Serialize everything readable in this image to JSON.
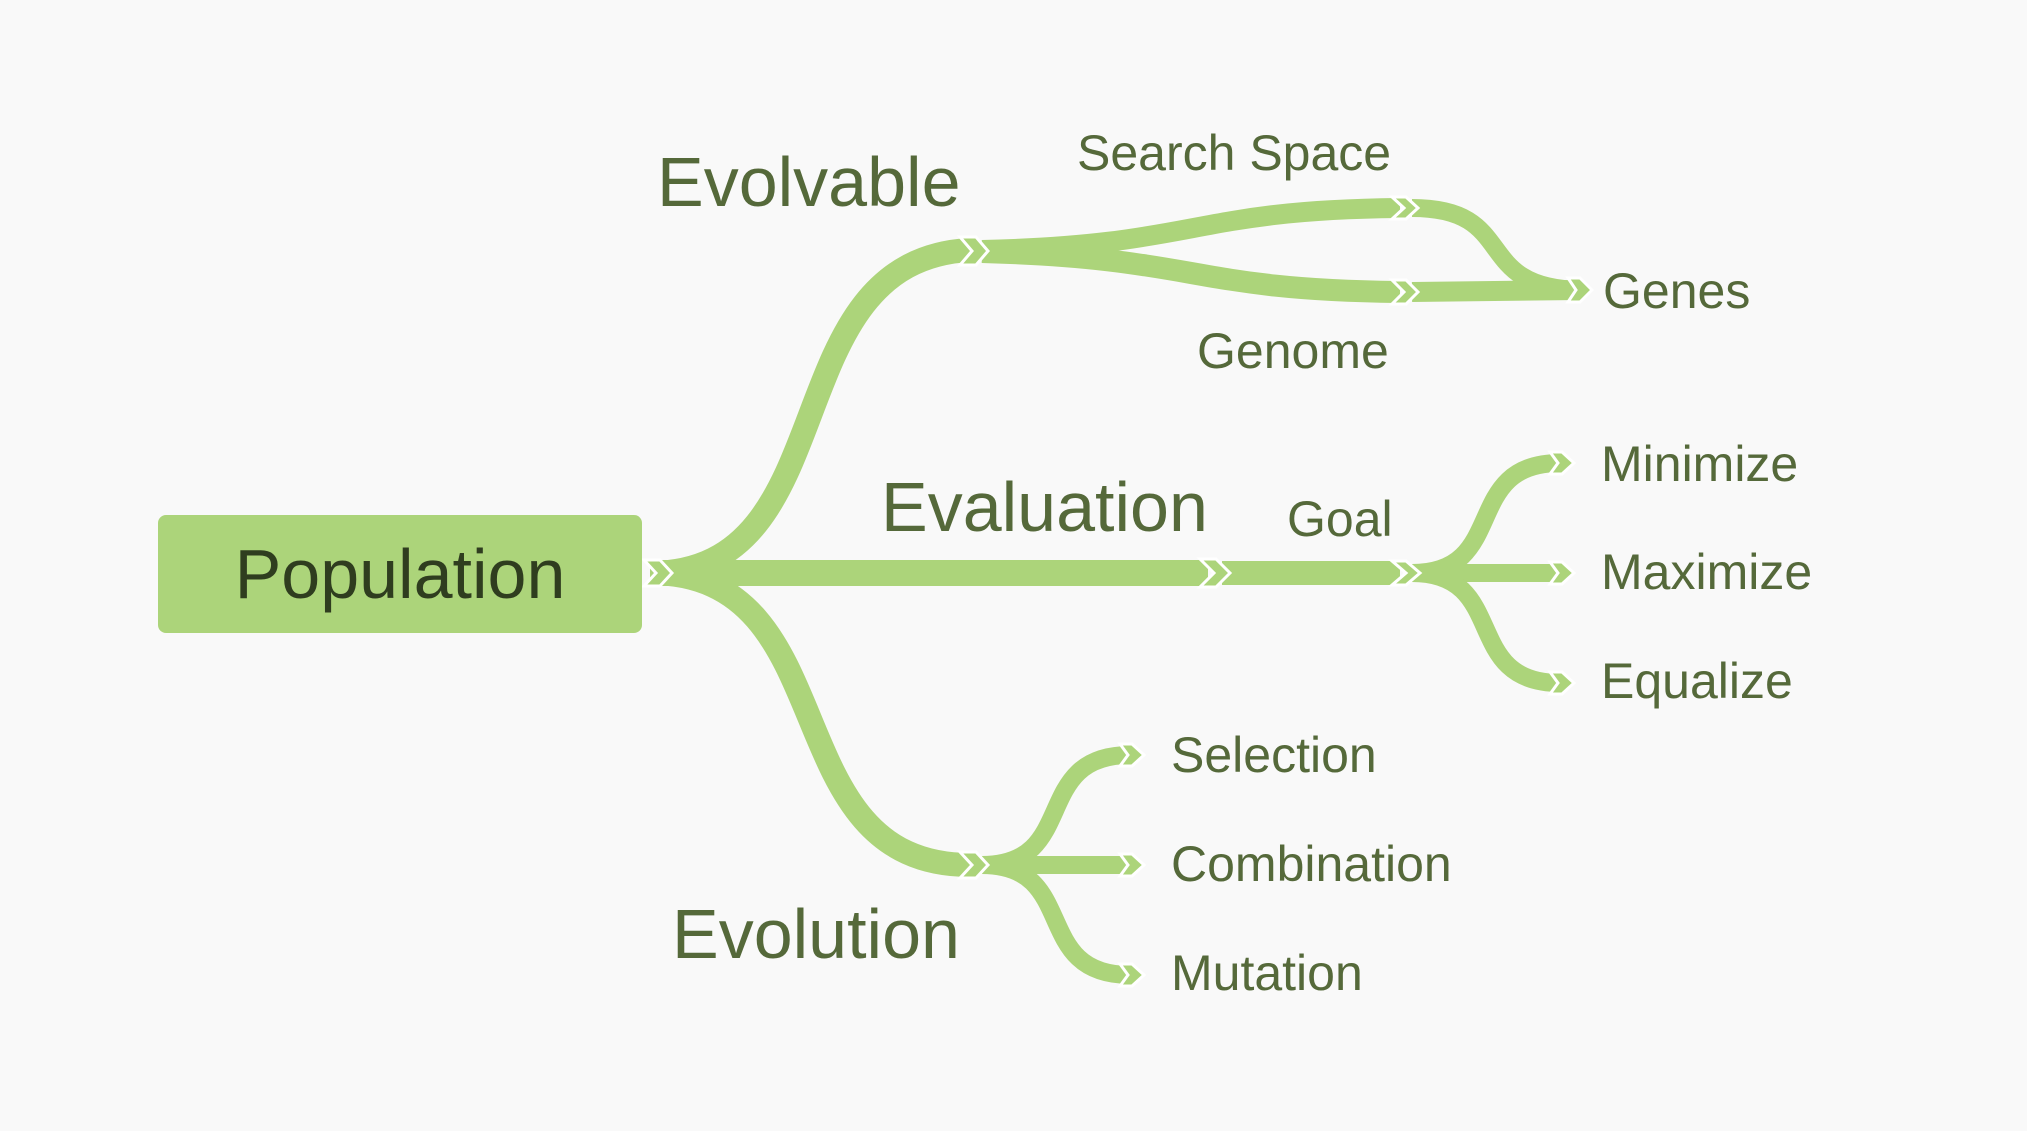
{
  "root": {
    "label": "Population"
  },
  "branches": {
    "evolvable": {
      "label": "Evolvable",
      "search_space": {
        "label": "Search Space"
      },
      "genome": {
        "label": "Genome"
      },
      "genes": {
        "label": "Genes"
      }
    },
    "evaluation": {
      "label": "Evaluation",
      "goal": {
        "label": "Goal",
        "minimize": {
          "label": "Minimize"
        },
        "maximize": {
          "label": "Maximize"
        },
        "equalize": {
          "label": "Equalize"
        }
      }
    },
    "evolution": {
      "label": "Evolution",
      "selection": {
        "label": "Selection"
      },
      "combination": {
        "label": "Combination"
      },
      "mutation": {
        "label": "Mutation"
      }
    }
  },
  "colors": {
    "branch": "#acd47a",
    "root_fill": "#acd47a",
    "root_text": "#2f3d1f",
    "label_text": "#55693a",
    "background": "#f9f9f9"
  }
}
